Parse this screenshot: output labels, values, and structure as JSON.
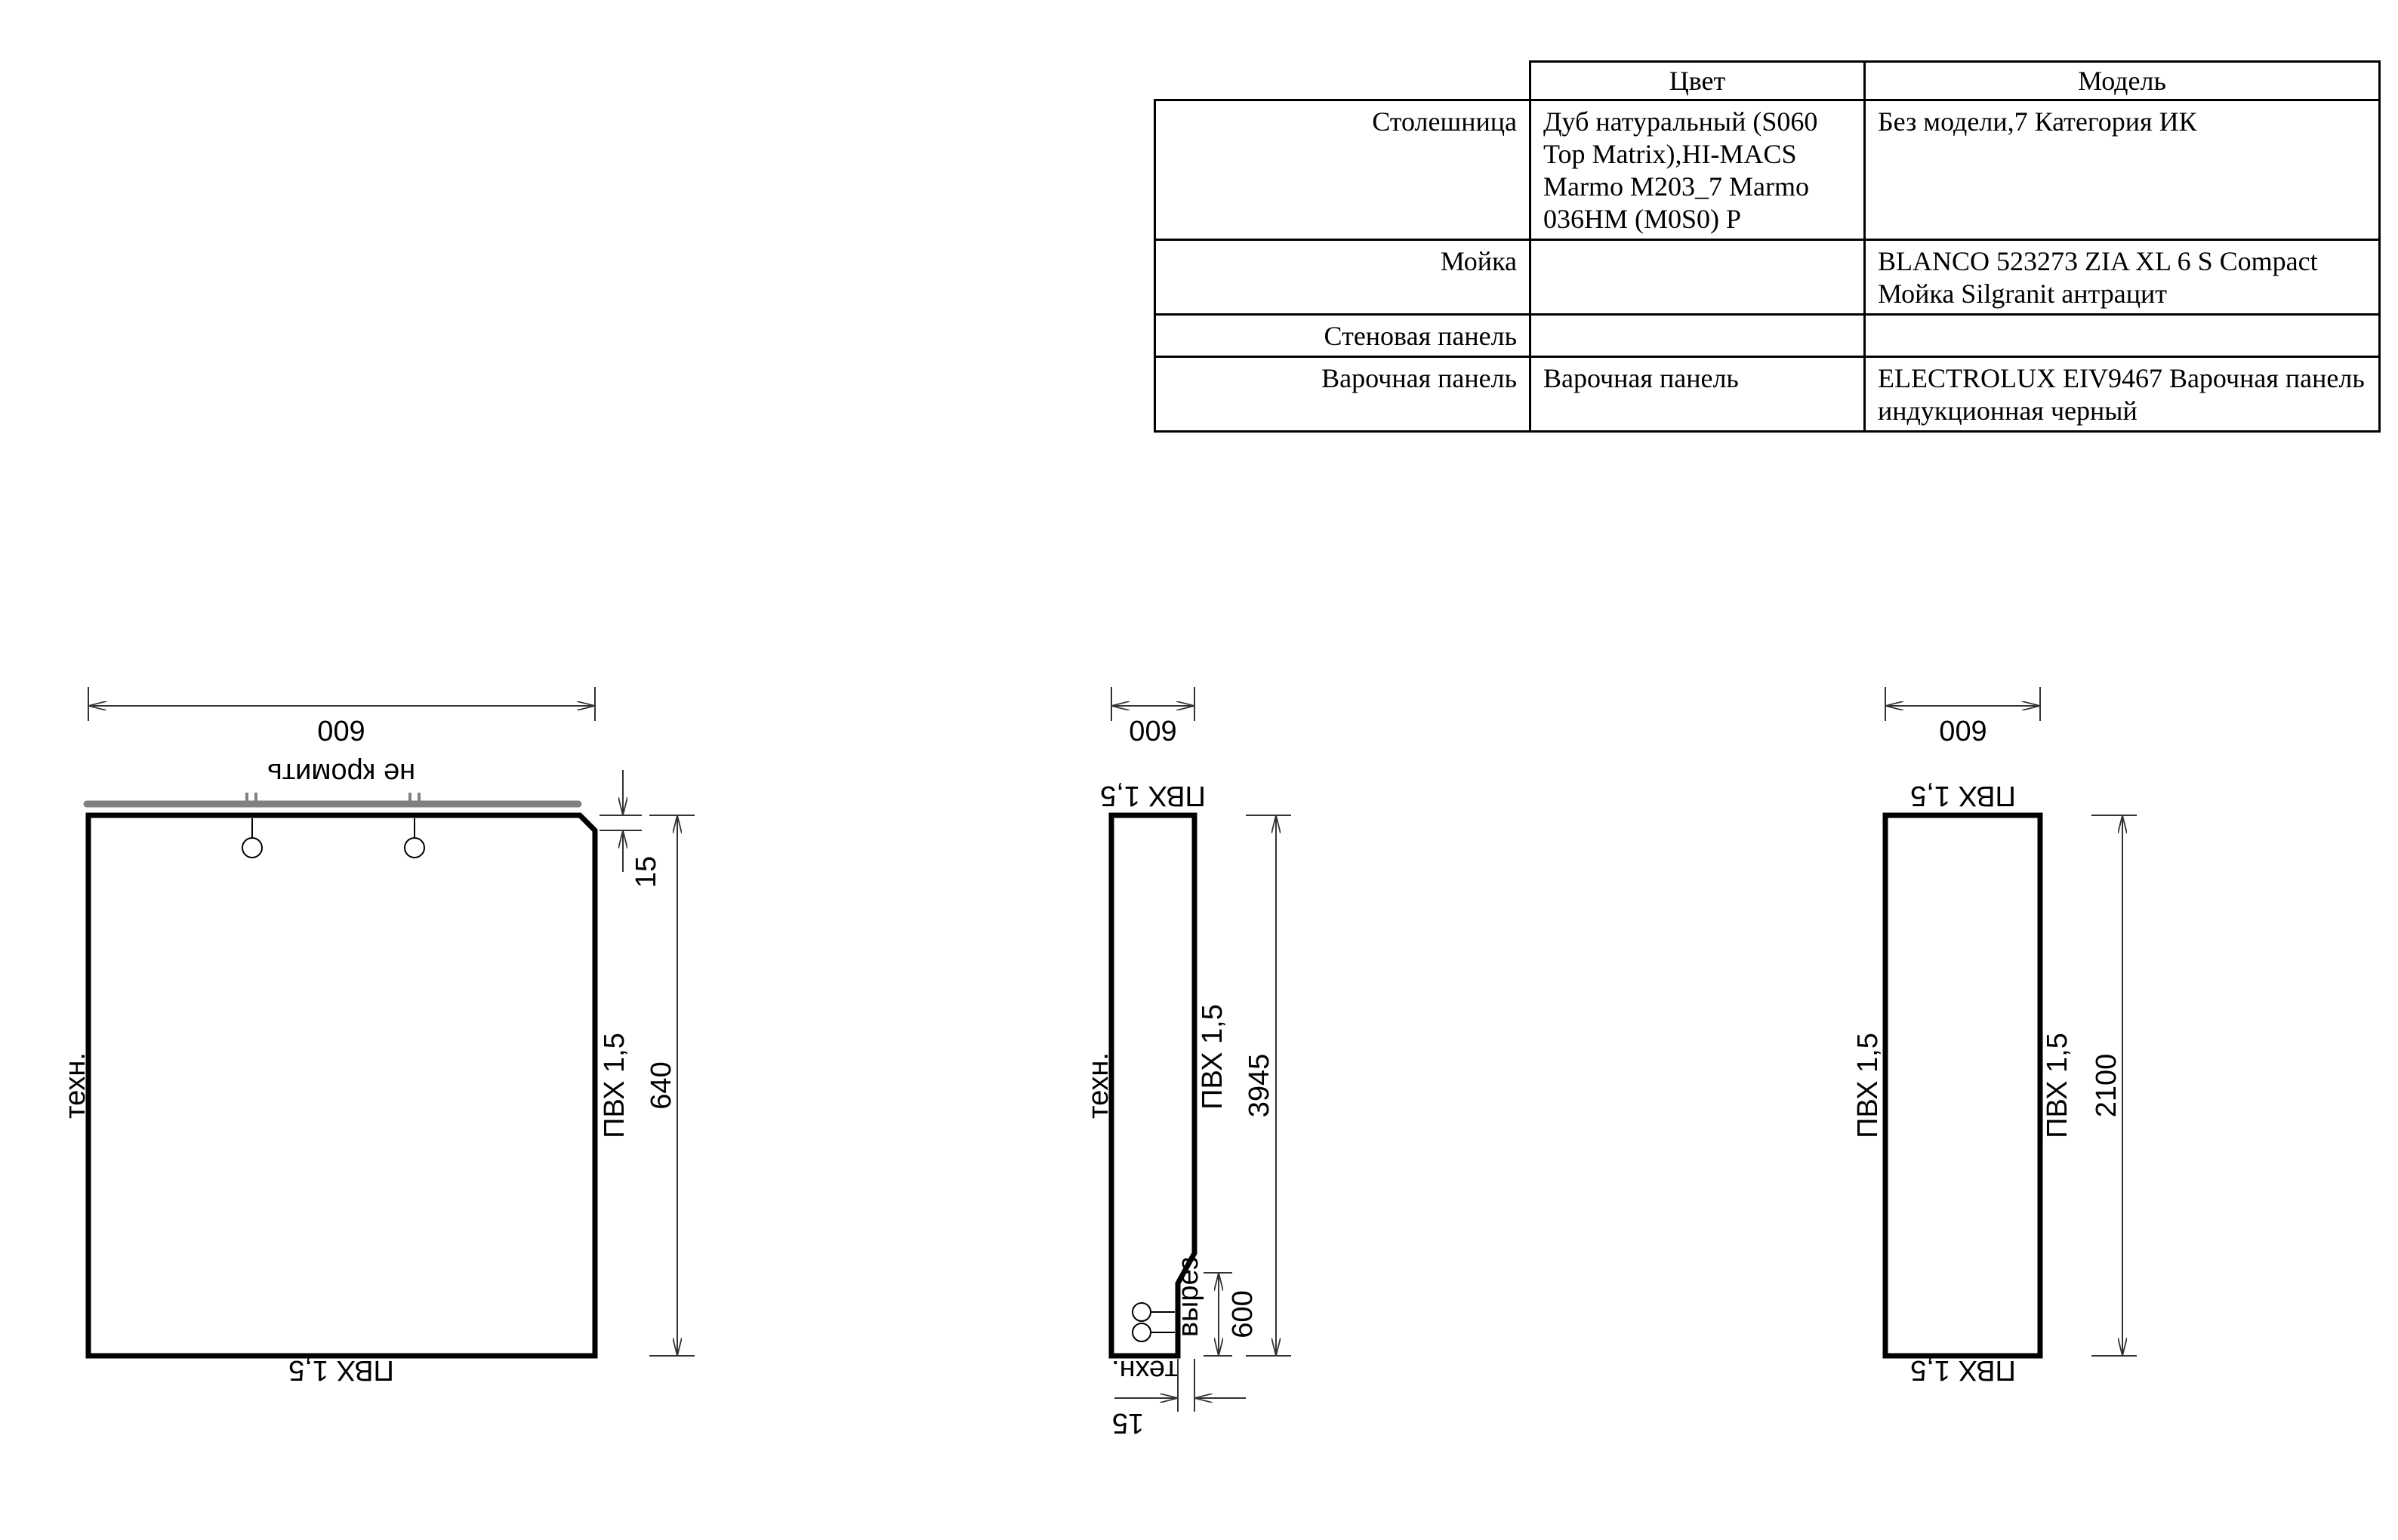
{
  "table": {
    "headers": [
      "",
      "Цвет",
      "Модель"
    ],
    "rows": [
      {
        "label": "Столешница",
        "color": "Дуб натуральный (S060 Top Matrix),HI-MACS Marmo M203_7 Marmo 036HM (M0S0) P",
        "model": "Без модели,7 Категория ИК"
      },
      {
        "label": "Мойка",
        "color": "",
        "model": "BLANCO 523273 ZIA XL 6 S Compact Мойка Silgranit антрацит"
      },
      {
        "label": "Стеновая панель",
        "color": "",
        "model": ""
      },
      {
        "label": "Варочная панель",
        "color": "Варочная панель",
        "model": "ELECTROLUX EIV9467 Варочная панель индукционная черный"
      }
    ]
  },
  "drawings": {
    "panel_1": {
      "width_dim": "600",
      "height_dim": "640",
      "corner_dim": "15",
      "top_note": "не кромить",
      "left_edge": "техн.",
      "right_edge": "ПВХ 1,5",
      "bottom_edge": "ПВХ 1,5"
    },
    "panel_2": {
      "width_dim": "600",
      "height_dim": "3945",
      "cutout_height_dim": "600",
      "cutout_depth_dim": "15",
      "top_edge": "ПВХ 1,5",
      "left_edge": "техн.",
      "right_edge": "ПВХ 1,5",
      "cutout_note": "вырез",
      "bottom_edge": "техн."
    },
    "panel_3": {
      "width_dim": "600",
      "height_dim": "2100",
      "top_edge": "ПВХ 1,5",
      "left_edge": "ПВХ 1,5",
      "right_edge": "ПВХ 1,5",
      "bottom_edge": "ПВХ 1,5"
    }
  },
  "colors": {
    "line": "#000000",
    "dimension_line": "#333333",
    "no_edge_marker": "#808080"
  }
}
